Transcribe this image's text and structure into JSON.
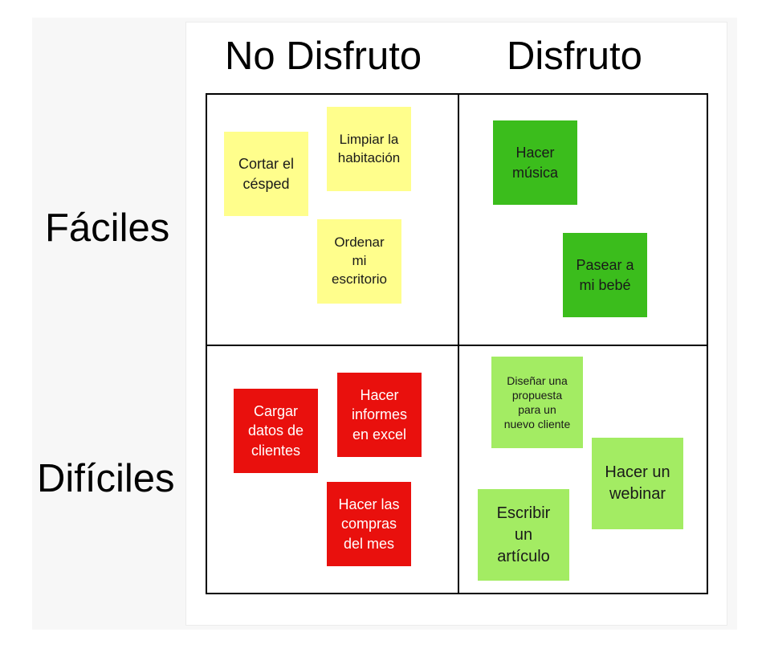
{
  "columns": {
    "left": "No Disfruto",
    "right": "Disfruto"
  },
  "rows": {
    "top": "Fáciles",
    "bottom": "Difíciles"
  },
  "colors": {
    "yellow": "#fffe8c",
    "dark_green": "#3bbd1c",
    "red": "#e9100d",
    "light_green": "#a3ec63"
  },
  "notes": {
    "cortar": "Cortar el\ncésped",
    "limpiar": "Limpiar la\nhabitación",
    "ordenar": "Ordenar\nmi\nescritorio",
    "musica": "Hacer\nmúsica",
    "pasear": "Pasear a\nmi bebé",
    "cargar": "Cargar\ndatos de\nclientes",
    "informes": "Hacer\ninformes\nen excel",
    "compras": "Hacer las\ncompras\ndel mes",
    "disenar": "Diseñar una\npropuesta\npara un\nnuevo cliente",
    "webinar": "Hacer un\nwebinar",
    "articulo": "Escribir\nun\nartículo"
  }
}
